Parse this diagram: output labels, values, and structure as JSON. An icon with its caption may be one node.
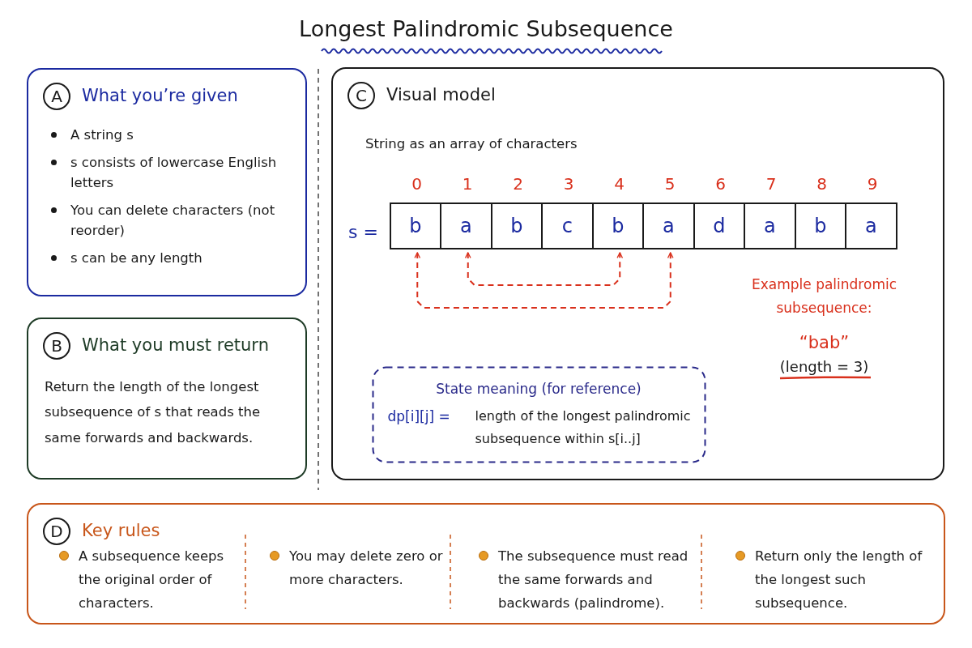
{
  "diagram": {
    "title": "Longest Palindromic Subsequence",
    "nodes": [
      {
        "text": [
          "A",
          "What you’re given",
          "A string s",
          "s consists of lowercase English letters",
          "You can delete characters (not reorder)",
          "s can be any length"
        ]
      },
      {
        "text": [
          "B",
          "What you must return",
          "Return the length of the longest subsequence of s that reads the same forwards and backwards."
        ]
      },
      {
        "text": [
          "C",
          "Visual model",
          "String as an array of characters"
        ]
      },
      {
        "text": [
          "b"
        ],
        "in": 2,
        "beside": [
          "0"
        ]
      },
      {
        "text": [
          "a"
        ],
        "in": 2,
        "beside": [
          "1"
        ]
      },
      {
        "text": [
          "b"
        ],
        "in": 2,
        "beside": [
          "2"
        ]
      },
      {
        "text": [
          "c"
        ],
        "in": 2,
        "beside": [
          "3"
        ]
      },
      {
        "text": [
          "b"
        ],
        "in": 2,
        "beside": [
          "4"
        ]
      },
      {
        "text": [
          "a"
        ],
        "in": 2,
        "beside": [
          "5"
        ]
      },
      {
        "text": [
          "d"
        ],
        "in": 2,
        "beside": [
          "6"
        ]
      },
      {
        "text": [
          "a"
        ],
        "in": 2,
        "beside": [
          "7"
        ]
      },
      {
        "text": [
          "b"
        ],
        "in": 2,
        "beside": [
          "8"
        ]
      },
      {
        "text": [
          "a"
        ],
        "in": 2,
        "beside": [
          "9"
        ]
      },
      {
        "text": [
          "State meaning (for reference)",
          "dp[i][j] =",
          "length of the longest palindromic subsequence within s[i..j]"
        ],
        "in": 2
      },
      {
        "text": [
          "D",
          "Key rules",
          "A subsequence keeps the original order of characters.",
          "You may delete zero or more characters.",
          "The subsequence must read the same forwards and backwards (palindrome).",
          "Return only the length of the longest such subsequence."
        ]
      }
    ],
    "edges": [
      {
        "from": 3,
        "to": 8,
        "arrow": "both",
        "style": "dashed",
        "color": "#d9301c"
      },
      {
        "from": 4,
        "to": 7,
        "arrow": "both",
        "style": "dashed",
        "color": "#d9301c"
      }
    ],
    "labels": [
      "s =",
      "Example palindromic subsequence:",
      "“bab”",
      "(length = 3)"
    ]
  }
}
